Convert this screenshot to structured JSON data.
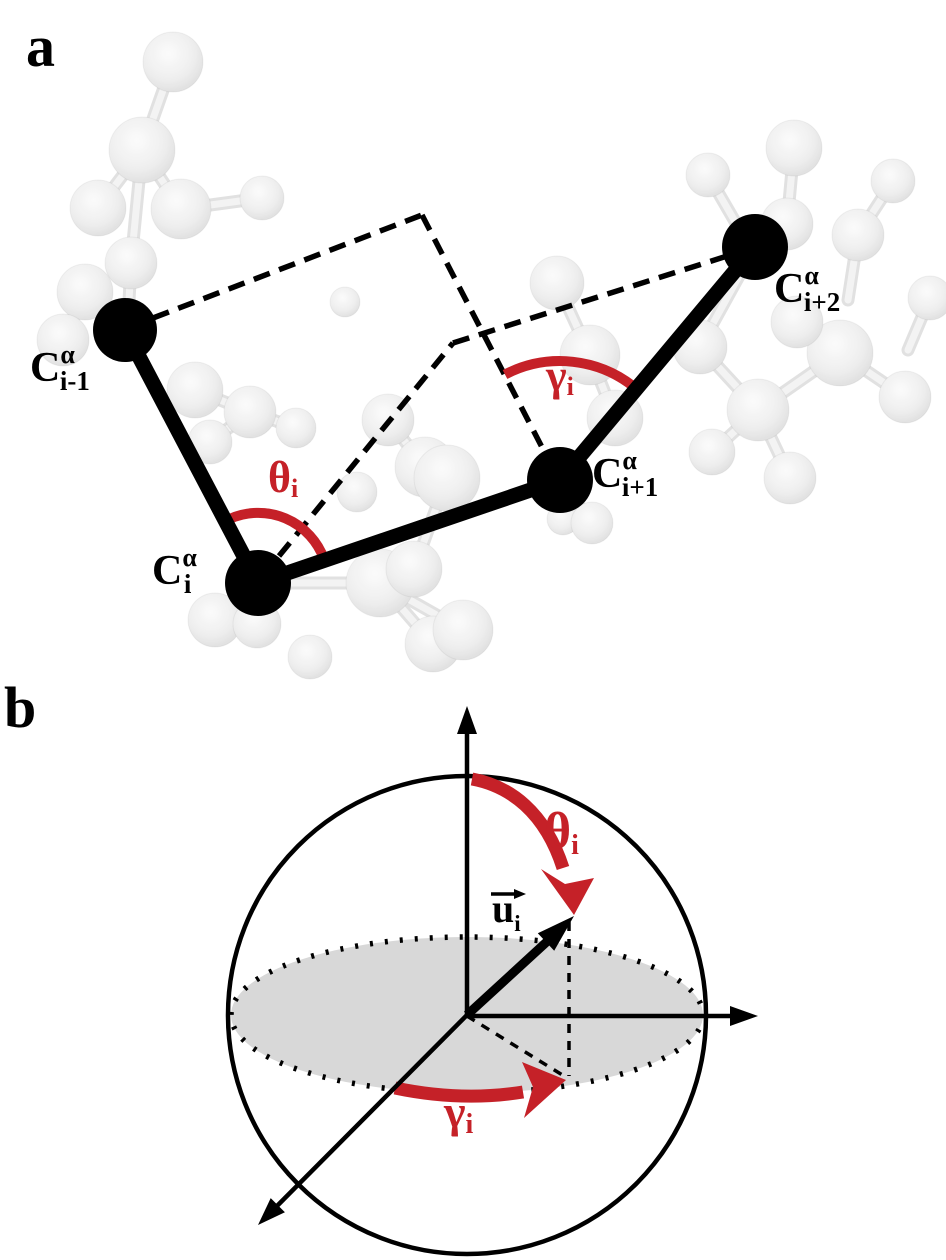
{
  "colors": {
    "accent_red": "#c52128",
    "ink_black": "#000000",
    "disk_gray": "#d8d8d8"
  },
  "panel_a": {
    "label": "a",
    "atoms": [
      {
        "base": "C",
        "sup": "α",
        "sub": "i-1"
      },
      {
        "base": "C",
        "sup": "α",
        "sub": "i"
      },
      {
        "base": "C",
        "sup": "α",
        "sub": "i+1"
      },
      {
        "base": "C",
        "sup": "α",
        "sub": "i+2"
      }
    ],
    "bond_angle": {
      "base": "θ",
      "sub": "i"
    },
    "torsion_angle": {
      "base": "γ",
      "sub": "i"
    }
  },
  "panel_b": {
    "label": "b",
    "unit_vector": {
      "base": "u",
      "sub": "i"
    },
    "polar_angle": {
      "base": "θ",
      "sub": "i"
    },
    "azimuthal_angle": {
      "base": "γ",
      "sub": "i"
    }
  }
}
